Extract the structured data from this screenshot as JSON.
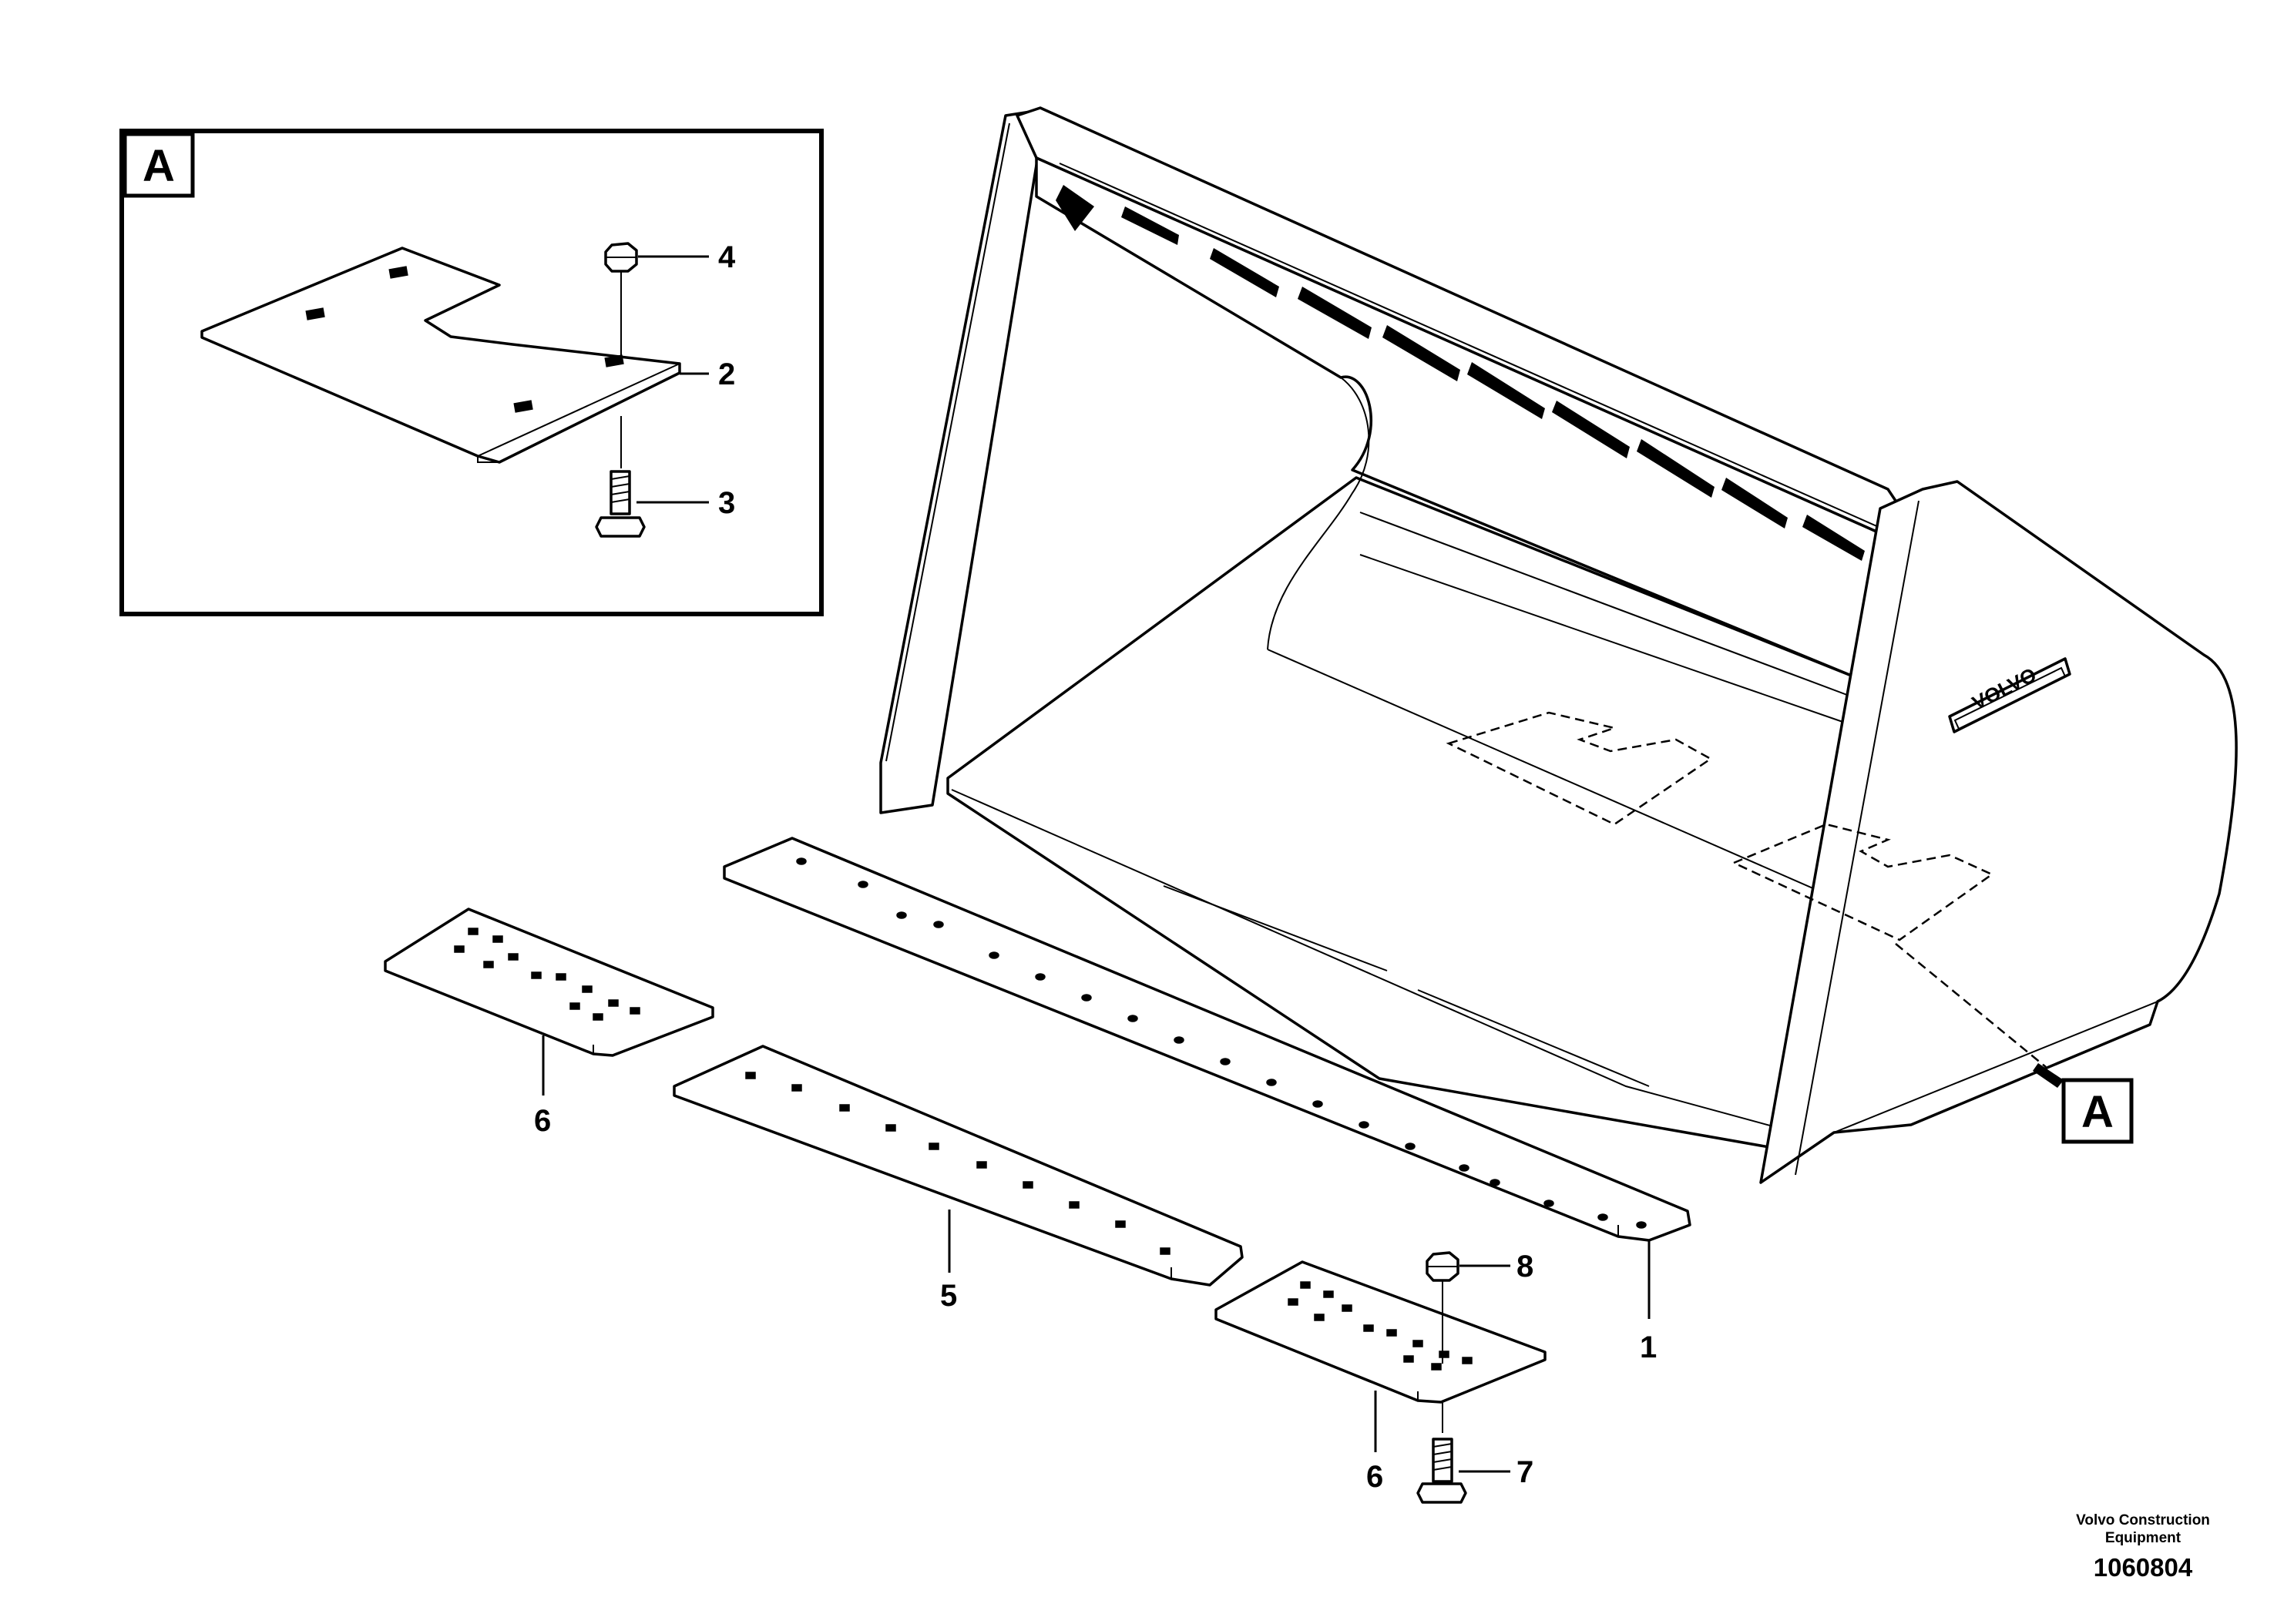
{
  "detail_view": {
    "label": "A"
  },
  "callouts": {
    "c1": "1",
    "c2": "2",
    "c3": "3",
    "c4": "4",
    "c5": "5",
    "c6a": "6",
    "c6b": "6",
    "c7": "7",
    "c8": "8"
  },
  "bucket": {
    "side_logo": "VOLVO",
    "detail_flag": "A"
  },
  "footer": {
    "company": "Volvo Construction Equipment",
    "drawing_number": "1060804"
  }
}
